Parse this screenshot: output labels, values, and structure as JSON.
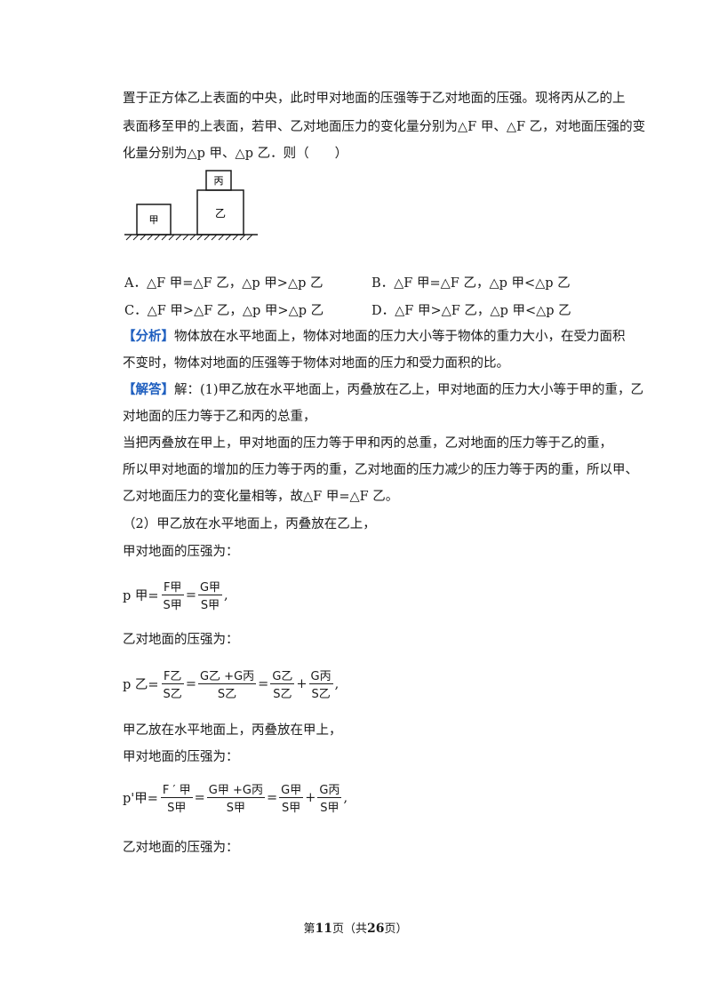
{
  "problem": {
    "line1": "置于正方体乙上表面的中央，此时甲对地面的压强等于乙对地面的压强。现将丙从乙的上",
    "line2": "表面移至甲的上表面，若甲、乙对地面压力的变化量分别为△F 甲、△F 乙，对地面压强的变",
    "line3": "化量分别为△p 甲、△p 乙．则（　　）"
  },
  "figure": {
    "label_jia": "甲",
    "label_yi": "乙",
    "label_bing": "丙"
  },
  "options": {
    "A": "A．△F 甲=△F 乙，△p 甲>△p 乙",
    "B": "B．△F 甲=△F 乙，△p 甲<△p 乙",
    "C": "C．△F 甲>△F 乙，△p 甲>△p 乙",
    "D": "D．△F 甲>△F 乙，△p 甲<△p 乙"
  },
  "analysis": {
    "tag": "【分析】",
    "line1": "物体放在水平地面上，物体对地面的压力大小等于物体的重力大小，在受力面积",
    "line2": "不变时，物体对地面的压强等于物体对地面的压力和受力面积的比。"
  },
  "solution": {
    "tag": "【解答】",
    "line1": "解：(1)甲乙放在水平地面上，丙叠放在乙上，甲对地面的压力大小等于甲的重，乙",
    "line2": "对地面的压力等于乙和丙的总重，",
    "line3": "当把丙叠放在甲上，甲对地面的压力等于甲和丙的总重，乙对地面的压力等于乙的重，",
    "line4": "所以甲对地面的增加的压力等于丙的重，乙对地面的压力减少的压力等于丙的重，所以甲、",
    "line5": "乙对地面压力的变化量相等，故△F 甲=△F 乙。",
    "line6": "（2）甲乙放在水平地面上，丙叠放在乙上，",
    "line7": "甲对地面的压强为：",
    "line8": "乙对地面的压强为：",
    "line9": "甲乙放在水平地面上，丙叠放在甲上，",
    "line10": "甲对地面的压强为：",
    "line11": "乙对地面的压强为："
  },
  "equations": {
    "eq1": {
      "lhs": "p 甲=",
      "f1n": "F甲",
      "f1d": "S甲",
      "eq": "=",
      "f2n": "G甲",
      "f2d": "S甲",
      "tail": ","
    },
    "eq2": {
      "lhs": "p 乙=",
      "f1n": "F乙",
      "f1d": "S乙",
      "f2n": "G乙 +G丙",
      "f2d": "S乙",
      "f3n": "G乙",
      "f3d": "S乙",
      "plus": "+",
      "f4n": "G丙",
      "f4d": "S乙",
      "tail": ","
    },
    "eq3": {
      "lhs": "p'甲=",
      "f1n": "F ′ 甲",
      "f1d": "S甲",
      "f2n": "G甲 +G丙",
      "f2d": "S甲",
      "f3n": "G甲",
      "f3d": "S甲",
      "plus": "+",
      "f4n": "G丙",
      "f4d": "S甲",
      "tail": ","
    }
  },
  "footer": {
    "pre": "第",
    "page": "11",
    "mid": "页（共",
    "total": "26",
    "post": "页）"
  }
}
